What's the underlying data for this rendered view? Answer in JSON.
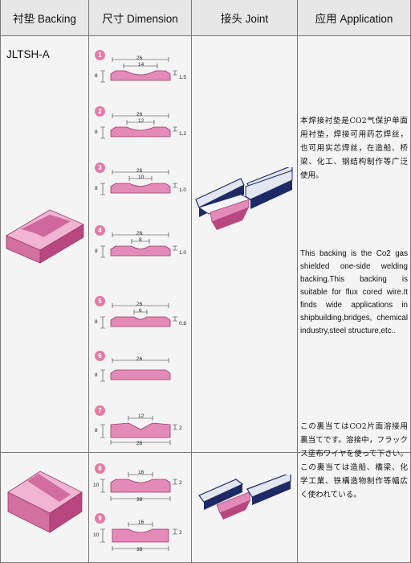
{
  "header": {
    "col1": "衬垫 Backing",
    "col2": "尺寸 Dimension",
    "col3": "接头 Joint",
    "col4": "应用 Application"
  },
  "product_code": "JLTSH-A",
  "application": {
    "chinese": "本焊接衬垫是CO2气保护单面用衬垫，焊接可用药芯焊丝，也可用实芯焊丝，在造船、桥梁、化工、钢结构制作等广泛使用。",
    "english": "This backing is the Co2 gas shielded one-side welding backing.This backing is suitable for flux cored wire.It finds wide applications in shipbuilding,bridges, chemical industry,steel structure,etc..",
    "japanese": "この裏当てはCO2片面溶接用裏当てです。溶接中，フラックス塗布ワイヤを使って下さい。この裏当ては造船、橋梁、化学工業、铁構造物制作等幅広く使われている。"
  },
  "dimensions": [
    {
      "num": "1",
      "width": "26",
      "groove": "14",
      "height": "8",
      "depth": "1.5"
    },
    {
      "num": "2",
      "width": "26",
      "groove": "12",
      "height": "8",
      "depth": "1.2"
    },
    {
      "num": "3",
      "width": "26",
      "groove": "10",
      "height": "8",
      "depth": "1.0"
    },
    {
      "num": "4",
      "width": "26",
      "groove": "8",
      "height": "8",
      "depth": "1.0"
    },
    {
      "num": "5",
      "width": "26",
      "groove": "6",
      "height": "8",
      "depth": "0.8"
    },
    {
      "num": "6",
      "width": "26",
      "groove": "",
      "height": "8",
      "depth": ""
    },
    {
      "num": "7",
      "width": "26",
      "groove": "12",
      "height": "8",
      "depth": "2"
    },
    {
      "num": "8",
      "width": "38",
      "groove": "16",
      "height": "10",
      "depth": "2"
    },
    {
      "num": "9",
      "width": "38",
      "groove": "16",
      "height": "10",
      "depth": "2"
    }
  ],
  "colors": {
    "pink": "#e48ab8",
    "pink_dark": "#b8477f",
    "steel": "#d7dbe6",
    "navy": "#1e2a66"
  }
}
